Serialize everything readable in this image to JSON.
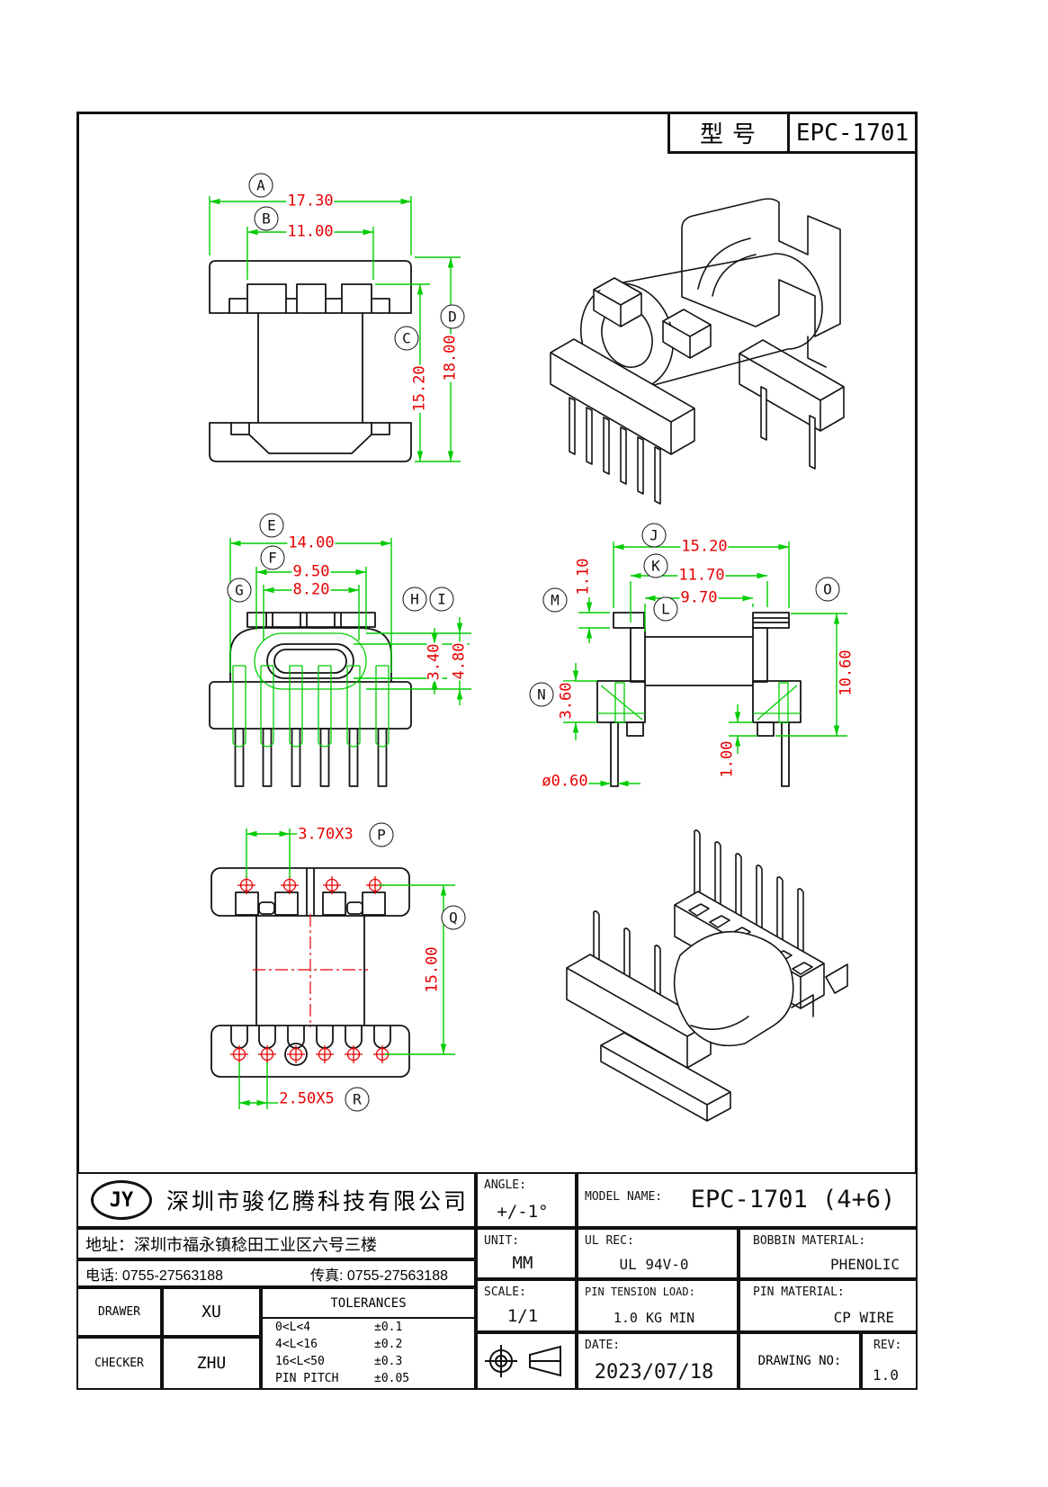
{
  "model_box": {
    "label": "型号",
    "value": "EPC-1701"
  },
  "letters": {
    "a": "A",
    "b": "B",
    "c": "C",
    "d": "D",
    "e": "E",
    "f": "F",
    "g": "G",
    "h": "H",
    "i": "I",
    "j": "J",
    "k": "K",
    "l": "L",
    "m": "M",
    "n": "N",
    "o": "O",
    "p": "P",
    "q": "Q",
    "r": "R"
  },
  "dims": {
    "front": {
      "a": "17.30",
      "b": "11.00",
      "c": "15.20",
      "d": "18.00"
    },
    "top": {
      "e": "14.00",
      "f": "9.50",
      "g": "8.20",
      "h": "3.40",
      "i": "4.80"
    },
    "side": {
      "j": "15.20",
      "k": "11.70",
      "l": "9.70",
      "m": "1.10",
      "n": "3.60",
      "o": "10.60",
      "foot": "1.00",
      "pin_dia": "ø0.60"
    },
    "bottom": {
      "p": "3.70X3",
      "q": "15.00",
      "r": "2.50X5"
    }
  },
  "title_block": {
    "logo": "JY",
    "company": "深圳市骏亿腾科技有限公司",
    "address": "地址：深圳市福永镇稔田工业区六号三楼",
    "phone": "电话: 0755-27563188",
    "fax": "传真: 0755-27563188",
    "drawer_label": "DRAWER",
    "drawer": "XU",
    "checker_label": "CHECKER",
    "checker": "ZHU",
    "tolerances_title": "TOLERANCES",
    "tolerances": [
      {
        "range": "0<L<4",
        "tol": "±0.1"
      },
      {
        "range": "4<L<16",
        "tol": "±0.2"
      },
      {
        "range": "16<L<50",
        "tol": "±0.3"
      },
      {
        "range": "PIN PITCH",
        "tol": "±0.05"
      }
    ],
    "angle_label": "ANGLE:",
    "angle": "+/-1°",
    "unit_label": "UNIT:",
    "unit": "MM",
    "scale_label": "SCALE:",
    "scale": "1/1",
    "model_name_label": "MODEL NAME:",
    "model_name": "EPC-1701 (4+6)",
    "ul_label": "UL REC:",
    "ul": "UL 94V-0",
    "pin_tension_label": "PIN TENSION LOAD:",
    "pin_tension": "1.0 KG MIN",
    "bobbin_material_label": "BOBBIN MATERIAL:",
    "bobbin_material": "PHENOLIC",
    "pin_material_label": "PIN MATERIAL:",
    "pin_material": "CP WIRE",
    "date_label": "DATE:",
    "date": "2023/07/18",
    "drawing_no_label": "DRAWING NO:",
    "rev_label": "REV:",
    "rev": "1.0"
  }
}
